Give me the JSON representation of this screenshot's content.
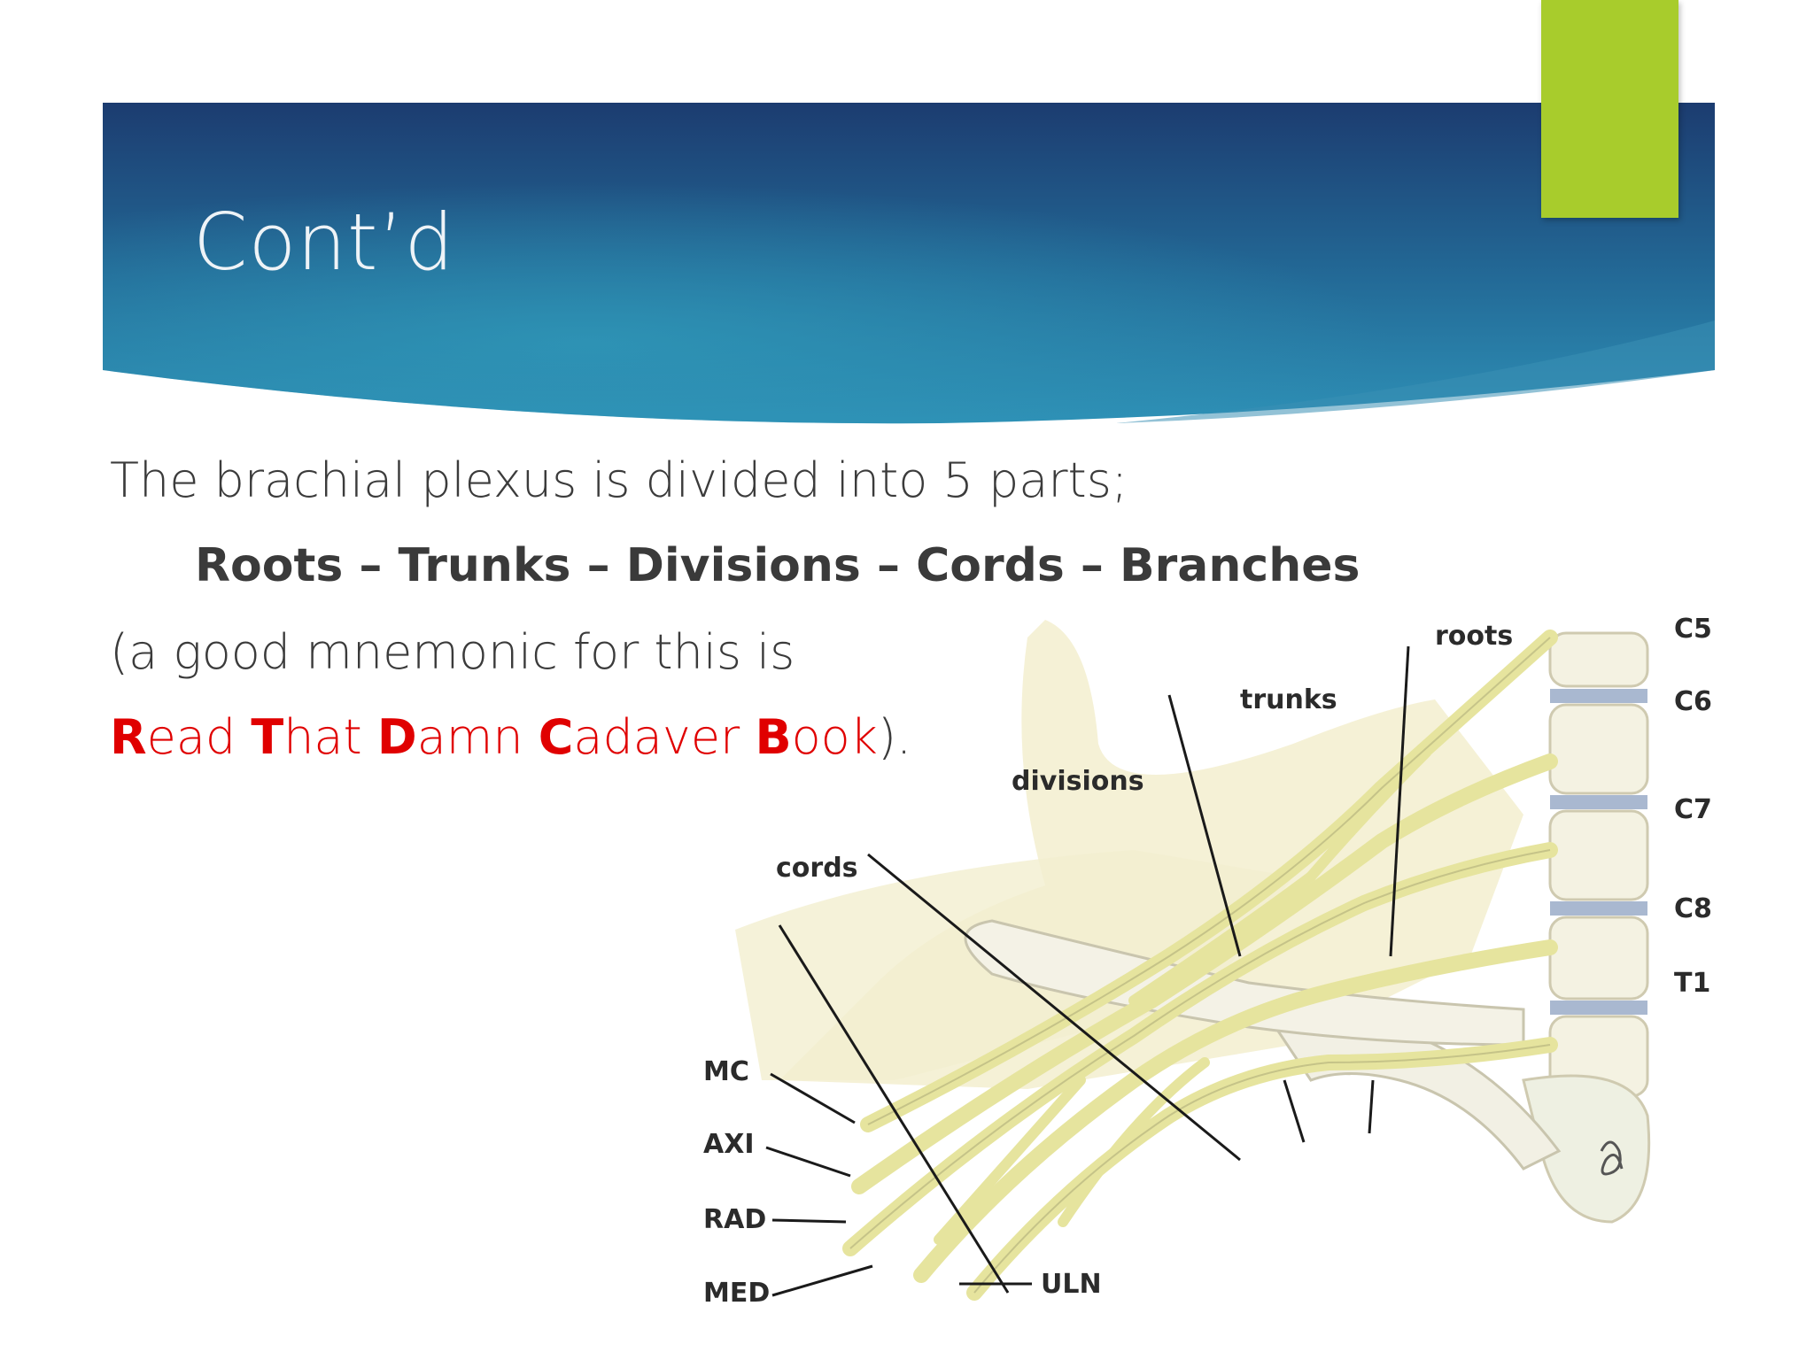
{
  "slide": {
    "title": "Cont’d",
    "intro": "The brachial plexus is divided into 5 parts;",
    "sequence": "Roots – Trunks – Divisions – Cords – Branches",
    "mnemonic_intro": "(a good mnemonic for this is",
    "mnemonic": {
      "words": [
        {
          "initial": "R",
          "rest": "ead "
        },
        {
          "initial": "T",
          "rest": "hat "
        },
        {
          "initial": "D",
          "rest": "amn "
        },
        {
          "initial": "C",
          "rest": "adaver "
        },
        {
          "initial": "B",
          "rest": "ook"
        }
      ],
      "closing": ")."
    }
  },
  "diagram": {
    "labels": {
      "roots": "roots",
      "trunks": "trunks",
      "divisions": "divisions",
      "cords": "cords",
      "c5": "C5",
      "c6": "C6",
      "c7": "C7",
      "c8": "C8",
      "t1": "T1",
      "mc": "MC",
      "axi": "AXI",
      "rad": "RAD",
      "med": "MED",
      "uln": "ULN"
    }
  },
  "colors": {
    "band_dark": "#1d3f73",
    "band_light": "#2e8db3",
    "accent": "#a8cc2c",
    "mnemonic_red": "#e00000",
    "nerve": "#e9e8b0"
  }
}
